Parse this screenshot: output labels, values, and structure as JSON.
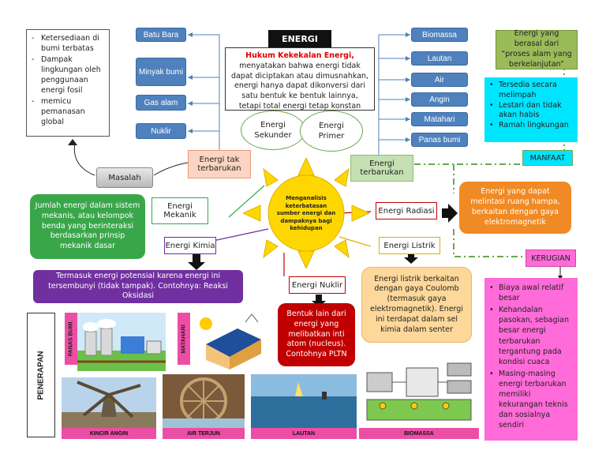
{
  "title": "ENERGI",
  "law": {
    "bold": "Hukum Kekekalan Energi,",
    "text": " menyatakan bahwa energi tidak dapat diciptakan atau dimusnahkan, energi hanya dapat dikonversi dari satu bentuk ke bentuk lainnya, tetapi total energi tetap konstan"
  },
  "non_renewable": {
    "label": "Energi tak terbarukan",
    "items": [
      "Batu Bara",
      "Minyak bumi",
      "Gas alam",
      "Nuklir"
    ]
  },
  "renewable": {
    "label": "Energi terbarukan",
    "items": [
      "Biomassa",
      "Lautan",
      "Air",
      "Angin",
      "Matahari",
      "Panas bumi"
    ]
  },
  "bubbles": {
    "secondary": "Energi Sekunder",
    "primary": "Energi Primer"
  },
  "sun_text": "Menganalisis keterbatasan sumber energi dan dampaknya bagi kehidupan",
  "problem": {
    "label": "Masalah",
    "items": [
      "Ketersediaan di bumi terbatas",
      "Dampak lingkungan oleh penggunaan energi fosil",
      "memicu pemanasan global"
    ]
  },
  "renewable_def": "Energi yang berasal dari “proses alam yang berkelanjutan”",
  "benefit": {
    "label": "MANFAAT",
    "items": [
      "Tersedia secara melimpah",
      "Lestari dan tidak akan habis",
      "Ramah lingkungan"
    ]
  },
  "mechanical": {
    "label": "Energi Mekanik",
    "desc": "Jumlah energi dalam sistem mekanis, atau kelompok benda yang berinteraksi berdasarkan prinsip mekanik dasar"
  },
  "chemical": {
    "label": "Energi Kimia",
    "desc": "Termasuk energi potensial karena energi ini tersembunyi (tidak tampak). Contohnya: Reaksi Oksidasi"
  },
  "nuclear": {
    "label": "Energi Nuklir",
    "desc": "Bentuk lain dari energi yang melibatkan inti atom (nucleus). Contohnya PLTN"
  },
  "electric": {
    "label": "Energi Listrik",
    "desc": "Energi listrik berkaitan dengan gaya Coulomb (termasuk gaya elektromagnetik). Energi ini terdapat dalam sel kimia dalam senter"
  },
  "radiation": {
    "label": "Energi Radiasi",
    "desc": "Energi yang dapat melintasi ruang hampa, berkaitan dengan gaya elektromagnetik"
  },
  "loss": {
    "label": "KERUGIAN",
    "items": [
      "Biaya awal relatif besar",
      "Kehandalan pasokan, sebagian besar energi terbarukan tergantung pada kondisi cuaca",
      "Masing-masing energi terbarukan memiliki kekurangan teknis dan sosialnya sendiri"
    ]
  },
  "application": {
    "label": "PENERAPAN",
    "top": [
      "PANAS BUMI",
      "MATAHARI"
    ],
    "bottom": [
      "KINCIR ANGIN",
      "AIR TERJUN",
      "LAUTAN",
      "BIOMASSA"
    ]
  },
  "colors": {
    "blue": "#4f81bd",
    "yellow": "#ffd700",
    "green": "#3aa64a",
    "purple": "#7030a0",
    "red": "#c00000",
    "orange": "#f08a24",
    "cyan": "#00e5ff",
    "magenta": "#ff6bd8"
  }
}
